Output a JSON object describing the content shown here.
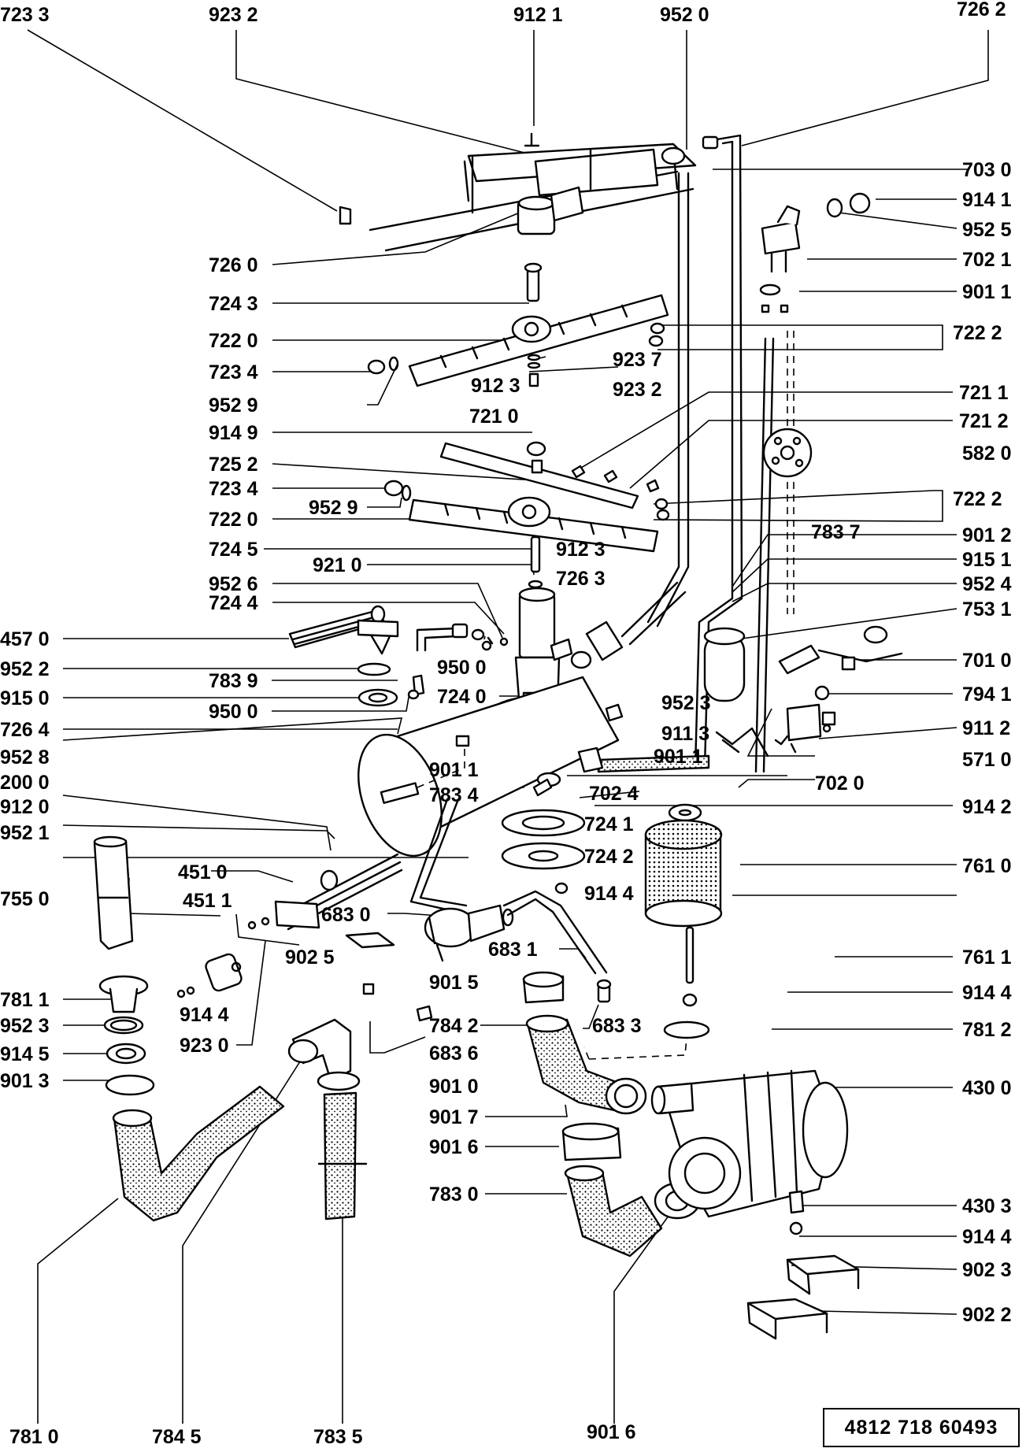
{
  "document_number": "4812 718 60493",
  "callouts": [
    {
      "id": "c7233",
      "text": "723 3"
    },
    {
      "id": "c9232a",
      "text": "923 2"
    },
    {
      "id": "c9121",
      "text": "912 1"
    },
    {
      "id": "c9520",
      "text": "952 0"
    },
    {
      "id": "c7262",
      "text": "726 2"
    },
    {
      "id": "c7030",
      "text": "703 0"
    },
    {
      "id": "c9141",
      "text": "914 1"
    },
    {
      "id": "c9525",
      "text": "952 5"
    },
    {
      "id": "c7021",
      "text": "702 1"
    },
    {
      "id": "c9011a",
      "text": "901 1"
    },
    {
      "id": "c7260",
      "text": "726 0"
    },
    {
      "id": "c7243",
      "text": "724 3"
    },
    {
      "id": "c7220a",
      "text": "722 0"
    },
    {
      "id": "c7222a",
      "text": "722 2"
    },
    {
      "id": "c7234a",
      "text": "723 4"
    },
    {
      "id": "c9237",
      "text": "923 7"
    },
    {
      "id": "c9123a",
      "text": "912 3"
    },
    {
      "id": "c9232b",
      "text": "923 2"
    },
    {
      "id": "c9529a",
      "text": "952 9"
    },
    {
      "id": "c7211",
      "text": "721 1"
    },
    {
      "id": "c7210",
      "text": "721 0"
    },
    {
      "id": "c9149",
      "text": "914 9"
    },
    {
      "id": "c7212",
      "text": "721 2"
    },
    {
      "id": "c5820",
      "text": "582 0"
    },
    {
      "id": "c7252",
      "text": "725 2"
    },
    {
      "id": "c7234b",
      "text": "723 4"
    },
    {
      "id": "c9529b",
      "text": "952 9"
    },
    {
      "id": "c7222b",
      "text": "722 2"
    },
    {
      "id": "c7220b",
      "text": "722 0"
    },
    {
      "id": "c7837",
      "text": "783 7"
    },
    {
      "id": "c7245",
      "text": "724 5"
    },
    {
      "id": "c9123b",
      "text": "912 3"
    },
    {
      "id": "c9012",
      "text": "901 2"
    },
    {
      "id": "c9210",
      "text": "921 0"
    },
    {
      "id": "c7263",
      "text": "726 3"
    },
    {
      "id": "c9151",
      "text": "915 1"
    },
    {
      "id": "c9526",
      "text": "952 6"
    },
    {
      "id": "c9524",
      "text": "952 4"
    },
    {
      "id": "c7244",
      "text": "724 4"
    },
    {
      "id": "c7531",
      "text": "753 1"
    },
    {
      "id": "c4570",
      "text": "457 0"
    },
    {
      "id": "c7010",
      "text": "701 0"
    },
    {
      "id": "c9522",
      "text": "952 2"
    },
    {
      "id": "c9500a",
      "text": "950 0"
    },
    {
      "id": "c7839",
      "text": "783 9"
    },
    {
      "id": "c7941",
      "text": "794 1"
    },
    {
      "id": "c9150",
      "text": "915 0"
    },
    {
      "id": "c9500b",
      "text": "950 0"
    },
    {
      "id": "c7240",
      "text": "724 0"
    },
    {
      "id": "c9523a",
      "text": "952 3"
    },
    {
      "id": "c9112",
      "text": "911 2"
    },
    {
      "id": "c7264",
      "text": "726 4"
    },
    {
      "id": "c9113",
      "text": "911 3"
    },
    {
      "id": "c5710",
      "text": "571 0"
    },
    {
      "id": "c9528",
      "text": "952 8"
    },
    {
      "id": "c9011b",
      "text": "901 1"
    },
    {
      "id": "c2000",
      "text": "200 0"
    },
    {
      "id": "c9011c",
      "text": "901 1"
    },
    {
      "id": "c7024",
      "text": "702 4"
    },
    {
      "id": "c7020",
      "text": "702 0"
    },
    {
      "id": "c7834",
      "text": "783 4"
    },
    {
      "id": "c9120",
      "text": "912 0"
    },
    {
      "id": "c9142",
      "text": "914 2"
    },
    {
      "id": "c9521",
      "text": "952 1"
    },
    {
      "id": "c7241",
      "text": "724 1"
    },
    {
      "id": "c7242",
      "text": "724 2"
    },
    {
      "id": "c7610",
      "text": "761 0"
    },
    {
      "id": "c4510",
      "text": "451 0"
    },
    {
      "id": "c9144a",
      "text": "914 4"
    },
    {
      "id": "c7550",
      "text": "755 0"
    },
    {
      "id": "c4511",
      "text": "451 1"
    },
    {
      "id": "c6830",
      "text": "683 0"
    },
    {
      "id": "c6831",
      "text": "683 1"
    },
    {
      "id": "c9025",
      "text": "902 5"
    },
    {
      "id": "c7611",
      "text": "761 1"
    },
    {
      "id": "c9015",
      "text": "901 5"
    },
    {
      "id": "c9144b",
      "text": "914 4"
    },
    {
      "id": "c7811",
      "text": "781 1"
    },
    {
      "id": "c9144c",
      "text": "914 4"
    },
    {
      "id": "c9523b",
      "text": "952 3"
    },
    {
      "id": "c7842",
      "text": "784 2"
    },
    {
      "id": "c6833",
      "text": "683 3"
    },
    {
      "id": "c7812",
      "text": "781 2"
    },
    {
      "id": "c9145",
      "text": "914 5"
    },
    {
      "id": "c9230",
      "text": "923 0"
    },
    {
      "id": "c6836",
      "text": "683 6"
    },
    {
      "id": "c9013",
      "text": "901 3"
    },
    {
      "id": "c9010",
      "text": "901 0"
    },
    {
      "id": "c4300",
      "text": "430 0"
    },
    {
      "id": "c9017",
      "text": "901 7"
    },
    {
      "id": "c9016a",
      "text": "901 6"
    },
    {
      "id": "c7830",
      "text": "783 0"
    },
    {
      "id": "c4303",
      "text": "430 3"
    },
    {
      "id": "c9144d",
      "text": "914 4"
    },
    {
      "id": "c9023",
      "text": "902 3"
    },
    {
      "id": "c9022",
      "text": "902 2"
    },
    {
      "id": "c7810",
      "text": "781 0"
    },
    {
      "id": "c7845",
      "text": "784 5"
    },
    {
      "id": "c7835",
      "text": "783 5"
    },
    {
      "id": "c9016b",
      "text": "901 6"
    }
  ]
}
